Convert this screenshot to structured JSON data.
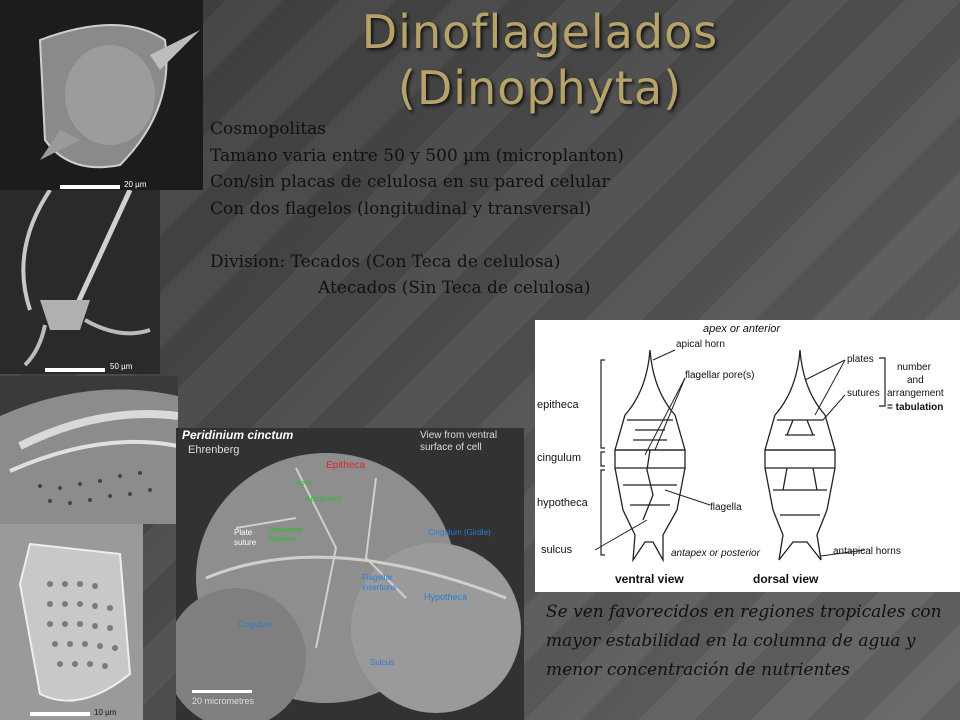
{
  "slide": {
    "title_line1": "Dinoflagelados",
    "title_line2": "(Dinophyta)",
    "bullets": [
      "Cosmopolitas",
      "Tamano varia entre 50 y 500 µm (microplanton)",
      "Con/sin placas de celulosa en su pared celular",
      "Con dos flagelos (longitudinal y transversal)",
      "",
      "Division: Tecados (Con Teca de celulosa)",
      "Atecados (Sin Teca de celulosa)"
    ],
    "note": "Se ven favorecidos en regiones tropicales con mayor estabilidad en la columna de agua y menor concentración de nutrientes"
  },
  "micrograph": {
    "species": "Peridinium cinctum",
    "author": "Ehrenberg",
    "view": "View from ventral surface of cell",
    "scale": "20 micrometres",
    "labels": {
      "epitheca": "Epitheca",
      "plate_suture": "Plate suture",
      "transverse_flag": "Transverse flagellum",
      "cingulum_girdle": "Cingulum (Girdle)",
      "flagellar_insertions": "Flagellar insertions",
      "hypotheca": "Hypotheca",
      "cingulum": "Cingulum",
      "sulcus": "Sulcus",
      "apex_small": "Apex",
      "apex_small2": "Apical pore"
    },
    "colors": {
      "red": "#d8262a",
      "green": "#22c12a",
      "blue": "#2b7cd6"
    }
  },
  "diagram": {
    "top": "apex or anterior",
    "apical_horn": "apical horn",
    "flagellar_pore": "flagellar pore(s)",
    "plates": "plates",
    "sutures": "sutures",
    "number": "number",
    "and": "and",
    "arrangement": "arrangement",
    "tabulation": "= tabulation",
    "epitheca": "epitheca",
    "cingulum": "cingulum",
    "hypotheca": "hypotheca",
    "flagella": "flagella",
    "sulcus": "sulcus",
    "antapex": "antapex or posterior",
    "antapical_horns": "antapical horns",
    "ventral": "ventral view",
    "dorsal": "dorsal view"
  },
  "scale_labels": [
    "20 µm",
    "50 µm",
    "10 µm"
  ]
}
